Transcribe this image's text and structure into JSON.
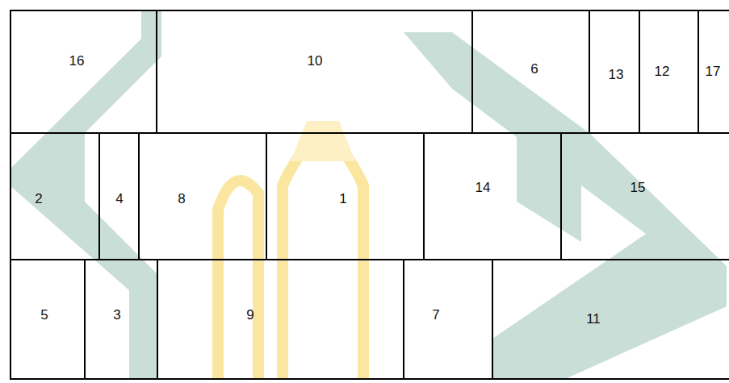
{
  "diagram": {
    "nodes": [
      {
        "text": [
          "16"
        ]
      },
      {
        "text": [
          "10"
        ]
      },
      {
        "text": [
          "6"
        ]
      },
      {
        "text": [
          "13"
        ]
      },
      {
        "text": [
          "12"
        ]
      },
      {
        "text": [
          "17"
        ]
      },
      {
        "text": [
          "2"
        ]
      },
      {
        "text": [
          "4"
        ]
      },
      {
        "text": [
          "8"
        ]
      },
      {
        "text": [
          "1"
        ]
      },
      {
        "text": [
          "14"
        ]
      },
      {
        "text": [
          "15"
        ]
      },
      {
        "text": [
          "5"
        ]
      },
      {
        "text": [
          "3"
        ]
      },
      {
        "text": [
          "9"
        ]
      },
      {
        "text": [
          "7"
        ]
      },
      {
        "text": [
          "11"
        ]
      }
    ]
  }
}
